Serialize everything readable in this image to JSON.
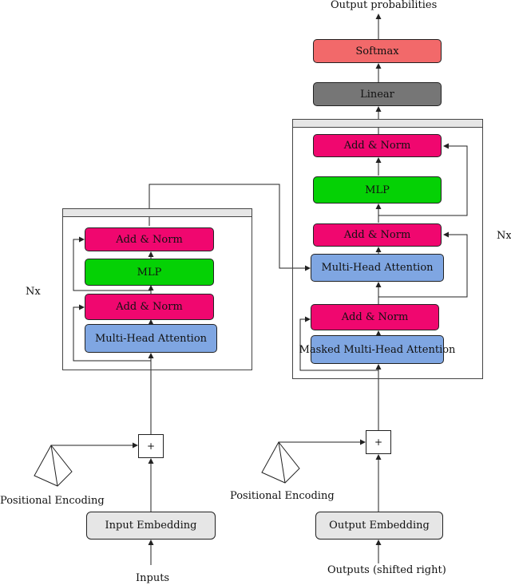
{
  "labels": {
    "output_probabilities": "Output probabilities",
    "inputs": "Inputs",
    "outputs_shifted": "Outputs (shifted right)",
    "nx_left": "Nx",
    "nx_right": "Nx",
    "pos_enc_left": "Positional Encoding",
    "pos_enc_right": "Positional Encoding",
    "plus": "+"
  },
  "encoder": {
    "add_norm_top": "Add & Norm",
    "mlp": "MLP",
    "add_norm_bottom": "Add & Norm",
    "attention": "Multi-Head Attention",
    "embedding": "Input Embedding"
  },
  "decoder": {
    "softmax": "Softmax",
    "linear": "Linear",
    "add_norm_top": "Add & Norm",
    "mlp": "MLP",
    "add_norm_mid": "Add & Norm",
    "cross_attention": "Multi-Head Attention",
    "add_norm_bottom": "Add & Norm",
    "masked_attention": "Masked Multi-Head Attention",
    "embedding": "Output Embedding"
  },
  "colors": {
    "add_norm": "#f0076f",
    "mlp": "#05d105",
    "attention": "#7fa6e2",
    "softmax": "#f2696a",
    "linear": "#767676",
    "embedding": "#e6e6e6"
  }
}
